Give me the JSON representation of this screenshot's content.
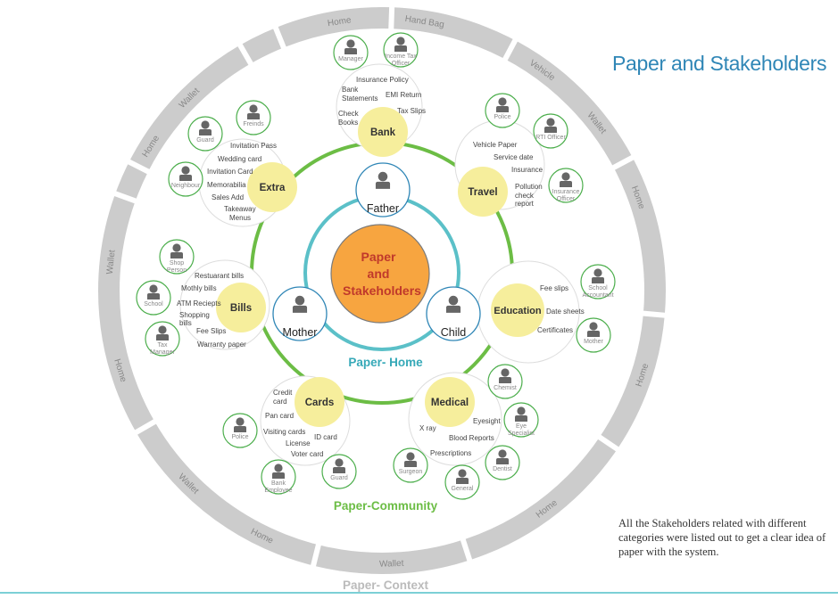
{
  "title": "Paper and Stakeholders",
  "note": "All the Stakeholders related with different categories were listed out to get a clear idea of paper with the system.",
  "center": {
    "line1": "Paper",
    "line2": "and",
    "line3": "Stakeholders"
  },
  "home_label": "Paper- Home",
  "community_label": "Paper-Community",
  "context_label": "Paper- Context",
  "family": [
    {
      "id": "father",
      "label": "Father"
    },
    {
      "id": "mother",
      "label": "Mother"
    },
    {
      "id": "child",
      "label": "Child"
    }
  ],
  "outer_ring_labels": [
    {
      "id": "a",
      "text": "Home"
    },
    {
      "id": "b",
      "text": "Hand Bag"
    },
    {
      "id": "c",
      "text": "Vehicle"
    },
    {
      "id": "d",
      "text": "Wallet"
    },
    {
      "id": "e",
      "text": "Home"
    },
    {
      "id": "f",
      "text": "Home"
    },
    {
      "id": "g",
      "text": "Home"
    },
    {
      "id": "h",
      "text": "Wallet"
    },
    {
      "id": "i",
      "text": "Home"
    },
    {
      "id": "j",
      "text": "Wallet"
    },
    {
      "id": "k",
      "text": "Home"
    },
    {
      "id": "l",
      "text": "Wallet"
    },
    {
      "id": "m",
      "text": "Home"
    },
    {
      "id": "n",
      "text": "Wallet"
    }
  ],
  "categories": [
    {
      "id": "bank",
      "name": "Bank",
      "items": [
        "Insurance Policy",
        "Bank",
        "Statements",
        "EMI Return",
        "Check",
        "Books",
        "Tax Slips"
      ],
      "people": [
        "Manager",
        "Income Tax",
        "Officer"
      ]
    },
    {
      "id": "travel",
      "name": "Travel",
      "items": [
        "Vehicle Paper",
        "Service date",
        "Insurance",
        "Pollution",
        "check",
        "report"
      ],
      "people": [
        "Police",
        "RTI Officer",
        "Insurance",
        "Officer"
      ]
    },
    {
      "id": "education",
      "name": "Education",
      "items": [
        "Fee slips",
        "Date sheets",
        "Certificates"
      ],
      "people": [
        "School",
        "Accountant",
        "Mother"
      ]
    },
    {
      "id": "medical",
      "name": "Medical",
      "items": [
        "Eyesight",
        "X ray",
        "Blood Reports",
        "Prescriptions"
      ],
      "people": [
        "Chemist",
        "Eye",
        "Specialist",
        "Dentist",
        "Surgeon",
        "General"
      ]
    },
    {
      "id": "cards",
      "name": "Cards",
      "items": [
        "Credit",
        "card",
        "Pan card",
        "Visiting cards",
        "ID card",
        "License",
        "Voter card"
      ],
      "people": [
        "Police",
        "Bank",
        "Employee",
        "Guard"
      ]
    },
    {
      "id": "bills",
      "name": "Bills",
      "items": [
        "Restuarant bills",
        "Mothly bills",
        "ATM Reciepts",
        "Shopping",
        "bills",
        "Fee Slips",
        "Warranty paper"
      ],
      "people": [
        "Shop",
        "Person",
        "School",
        "Tax",
        "Manager"
      ]
    },
    {
      "id": "extra",
      "name": "Extra",
      "items": [
        "Invitation Pass",
        "Wedding card",
        "Invitation Card",
        "Memorabilia",
        "Sales Add",
        "Takeaway",
        "Menus"
      ],
      "people": [
        "Freinds",
        "Guard",
        "Neighbour"
      ]
    }
  ],
  "colors": {
    "title": "#2f86b6",
    "outer_ring": "#cccccc",
    "community_ring": "#6cbd45",
    "home_ring": "#5bc0c8",
    "center": "#f7a540",
    "center_text": "#c0392b",
    "category": "#f6ee9c",
    "person_border": "#4cae4c",
    "person_icon": "#666666",
    "community_text": "#6cbd45",
    "home_text": "#36a9b8",
    "context_text": "#bbbbbb"
  }
}
